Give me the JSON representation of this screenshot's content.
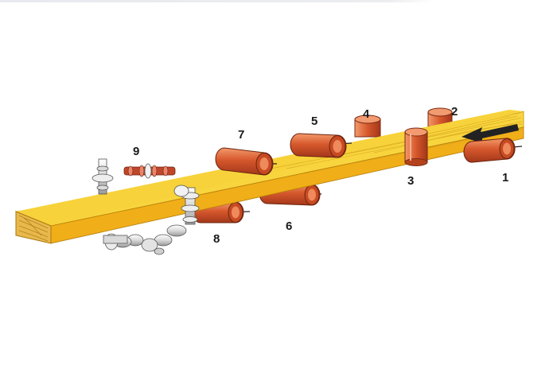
{
  "labels": {
    "l1": "1",
    "l2": "2",
    "l3": "3",
    "l4": "4",
    "l5": "5",
    "l6": "6",
    "l7": "7",
    "l8": "8",
    "l9": "9"
  },
  "colors": {
    "wood_top": "#f7d23a",
    "wood_front": "#f2b21a",
    "wood_end": "#e7b84a",
    "roller": "#d2542a",
    "roller_dark": "#9c3115",
    "roller_light": "#f08e62",
    "drive_part": "#e8e8e8",
    "arrow": "#222222"
  },
  "icons": [
    "feed-direction-arrow-icon",
    "roller-icon",
    "drive-shaft-icon"
  ]
}
